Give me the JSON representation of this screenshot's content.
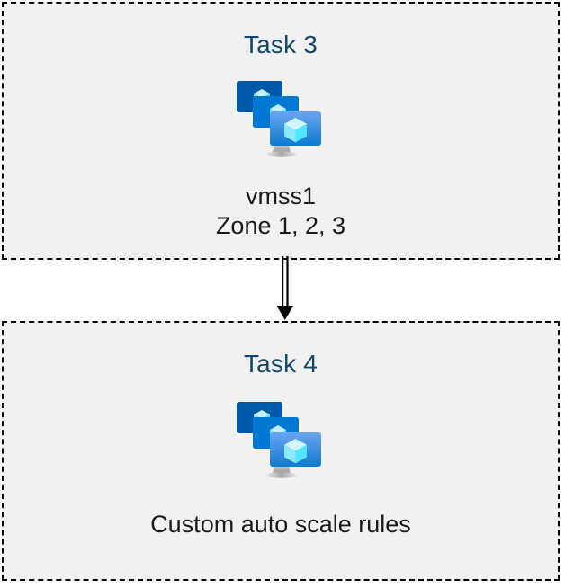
{
  "diagram": {
    "title_implicit": "Azure VM Scale Set task flow",
    "background_color": "#ffffff",
    "box_fill_color": "#f1f1f1",
    "box_border_color": "#000000",
    "box_border_style": "dashed",
    "title_color": "#12476b",
    "caption_color": "#1a1a1a",
    "connector_color": "#000000",
    "nodes": [
      {
        "id": "task3",
        "title": "Task 3",
        "icon": "vm-scale-set-icon",
        "caption": "vmss1\nZone 1, 2, 3",
        "caption_lines": [
          "vmss1",
          "Zone 1, 2, 3"
        ]
      },
      {
        "id": "task4",
        "title": "Task 4",
        "icon": "vm-scale-set-icon",
        "caption": "Custom auto scale rules",
        "caption_lines": [
          "Custom auto scale rules"
        ]
      }
    ],
    "connectors": [
      {
        "id": "task3-to-task4",
        "from": "task3",
        "to": "task4",
        "style": "double-line",
        "arrowhead": "filled-triangle",
        "direction": "down"
      }
    ],
    "icon_palette": {
      "monitor_back": "#0059A6",
      "monitor_mid": "#0078D4",
      "monitor_front_top": "#5EA0EF",
      "monitor_front_bottom": "#0F7FD4",
      "cube_light": "#C3F1FF",
      "cube_mid": "#9CEBFF",
      "cube_dark": "#50E6FF",
      "stand": "#B3B3B3"
    }
  }
}
